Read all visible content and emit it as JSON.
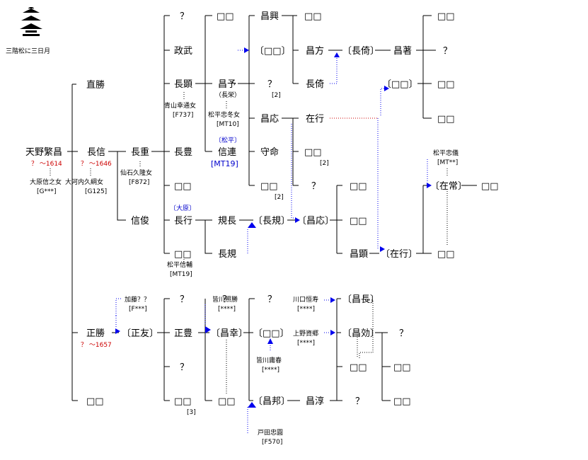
{
  "crest": {
    "caption": "三階松に三日月"
  },
  "persons": {
    "amano_shigemasa": "天野繁昌",
    "naokatsu": "直勝",
    "nagonobu": "長信",
    "masakatsu": "正勝",
    "box_g2_bottom": "□□",
    "nagashige": "長重",
    "nobutoshi": "信俊",
    "masatomo": "〔正友〕",
    "unk_top": "？",
    "masatake": "政武",
    "nagaaki": "長顕",
    "nagatoyo": "長豊",
    "box_g4_a": "□□",
    "nagayuki": "長行",
    "box_g4_b": "□□",
    "unk_g4_mid": "？",
    "masatoyo": "正豊",
    "unk_g4_low": "？",
    "box_g4_low": "□□",
    "box_g5_top": "□□",
    "masayo": "昌予",
    "nobuyoshi": "信連",
    "kinaga": "規長",
    "nori": "長規",
    "unk_g5_z": "？",
    "masayuki_b": "〔昌幸〕",
    "box_g5_low": "□□",
    "masaoki": "昌興",
    "box_g6_a": "〔□□〕",
    "unk_g6": "？",
    "masaou": "昌応",
    "morinori": "守命",
    "box_g6_b": "□□",
    "nagatada": "〔長規〕",
    "unk_g6_z": "？",
    "box_g6_c": "〔□□〕",
    "masakuni": "〔昌邦〕",
    "box_g7_top": "□□",
    "masakata": "昌方",
    "nagayori": "長倚",
    "ariyuki": "在行",
    "box_g7_b": "□□",
    "unk_g7": "？",
    "masaou2": "〔昌応〕",
    "masatsu": "昌淳",
    "nagayori2": "〔長倚〕",
    "box_g8_a": "□□",
    "box_g8_b": "□□",
    "masaaki": "昌顕",
    "masanaga": "〔昌長〕",
    "masakou": "〔昌効〕",
    "box_g8_c": "□□",
    "unk_g8": "？",
    "masaaki2": "昌著",
    "box_g9_a": "〔□□〕",
    "ariyuki2": "〔在行〕",
    "unk_g9": "？",
    "box_g9_b": "□□",
    "box_r_top": "□□",
    "unk_r": "？",
    "box_r_a": "□□",
    "box_r_b": "□□",
    "arimune": "〔在常〕",
    "box_r_c": "□□",
    "box_r_d": "□□",
    "box_r_e": "□□",
    "box_r_f": "□□"
  },
  "notes": {
    "shigemasa_years": "？ 〜1614",
    "shigemasa_wife": "大原信之女",
    "shigemasa_code": "[G***]",
    "nagonobu_years": "？ 〜1646",
    "nagonobu_wife": "大河内久綱女",
    "nagonobu_code": "[G125]",
    "masakatsu_years": "？ 〜1657",
    "nagashige_wife": "仙石久隆女",
    "nagashige_code": "[F872]",
    "nagaaki_wife": "青山幸通女",
    "nagaaki_code": "[F737]",
    "masayo_alias": "（長栄）",
    "masayo_wife": "松平忠冬女",
    "masayo_code": "[MT10]",
    "nobuyoshi_clan": "〔松平〕",
    "nobuyoshi_code": "[MT19]",
    "nagayuki_clan": "〔大原〕",
    "box_g4_b_wife": "松平信輔",
    "box_g4_b_code": "[MT19]",
    "masatomo_wife": "加藤？？",
    "masatomo_code": "[F***]",
    "masayuki_wife": "皆川照勝",
    "masayuki_code": "[****]",
    "box_g6_c_wife": "皆川庸春",
    "box_g6_c_code": "[****]",
    "masakuni_wife": "戸田忠圓",
    "masakuni_code": "[F570]",
    "masanaga_wife": "川口恒寿",
    "masanaga_code": "[****]",
    "masakou_wife": "上野資郷",
    "masakou_code": "[****]",
    "arimune_wife": "松平忠儀",
    "arimune_code": "[MT**]",
    "fn_unk": "[2]",
    "fn_morinori": "[2]",
    "fn_box": "[2]",
    "fn_masatoyo": "[3]"
  }
}
